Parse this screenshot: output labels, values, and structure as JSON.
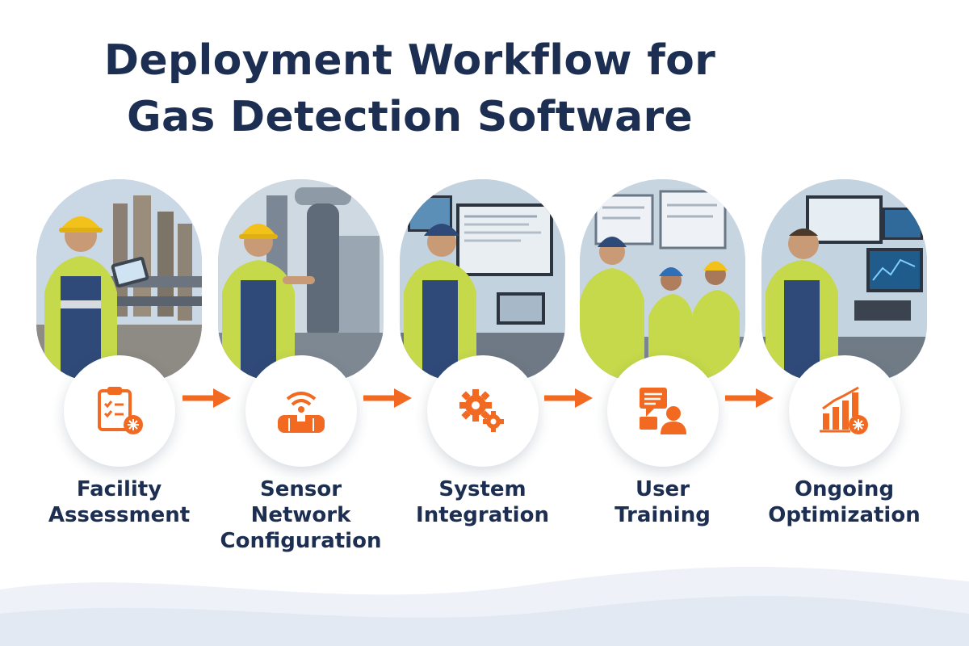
{
  "title": {
    "line1": "Deployment Workflow for",
    "line2": "Gas Detection Software"
  },
  "accent_color": "#f26a21",
  "text_color": "#1c2e52",
  "steps": [
    {
      "icon": "clipboard-checklist-icon",
      "label_lines": [
        "Facility",
        "Assessment"
      ]
    },
    {
      "icon": "wireless-sensor-icon",
      "label_lines": [
        "Sensor",
        "Network",
        "Configuration"
      ]
    },
    {
      "icon": "gears-icon",
      "label_lines": [
        "System",
        "Integration"
      ]
    },
    {
      "icon": "chat-user-icon",
      "label_lines": [
        "User",
        "Training"
      ]
    },
    {
      "icon": "bar-chart-gear-icon",
      "label_lines": [
        "Ongoing",
        "Optimization"
      ]
    }
  ]
}
